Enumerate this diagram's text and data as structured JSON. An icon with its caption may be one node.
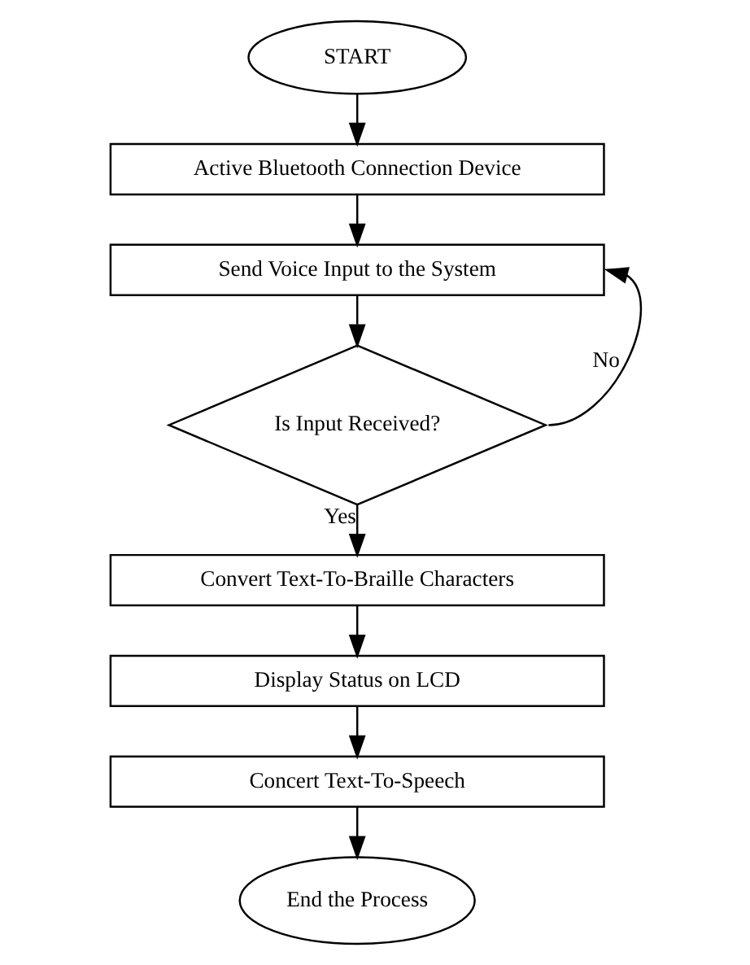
{
  "diagram": {
    "nodes": [
      {
        "text": [
          "START"
        ]
      },
      {
        "text": [
          "Active Bluetooth Connection Device"
        ]
      },
      {
        "text": [
          "Send Voice Input to the System"
        ]
      },
      {
        "text": [
          "Is Input Received?"
        ]
      },
      {
        "text": [
          "Convert Text-To-Braille Characters"
        ]
      },
      {
        "text": [
          "Display Status on LCD"
        ]
      },
      {
        "text": [
          "Concert Text-To-Speech"
        ]
      },
      {
        "text": [
          "End the Process"
        ]
      }
    ],
    "edges": [
      {
        "from": 0,
        "to": 1,
        "arrow": "to"
      },
      {
        "from": 1,
        "to": 2,
        "arrow": "to"
      },
      {
        "from": 2,
        "to": 3,
        "arrow": "to"
      },
      {
        "from": 3,
        "to": 2,
        "arrow": "to",
        "label": "No"
      },
      {
        "from": 3,
        "to": 4,
        "arrow": "to",
        "label": "Yes"
      },
      {
        "from": 4,
        "to": 5,
        "arrow": "to"
      },
      {
        "from": 5,
        "to": 6,
        "arrow": "to"
      },
      {
        "from": 6,
        "to": 7,
        "arrow": "to"
      }
    ]
  }
}
